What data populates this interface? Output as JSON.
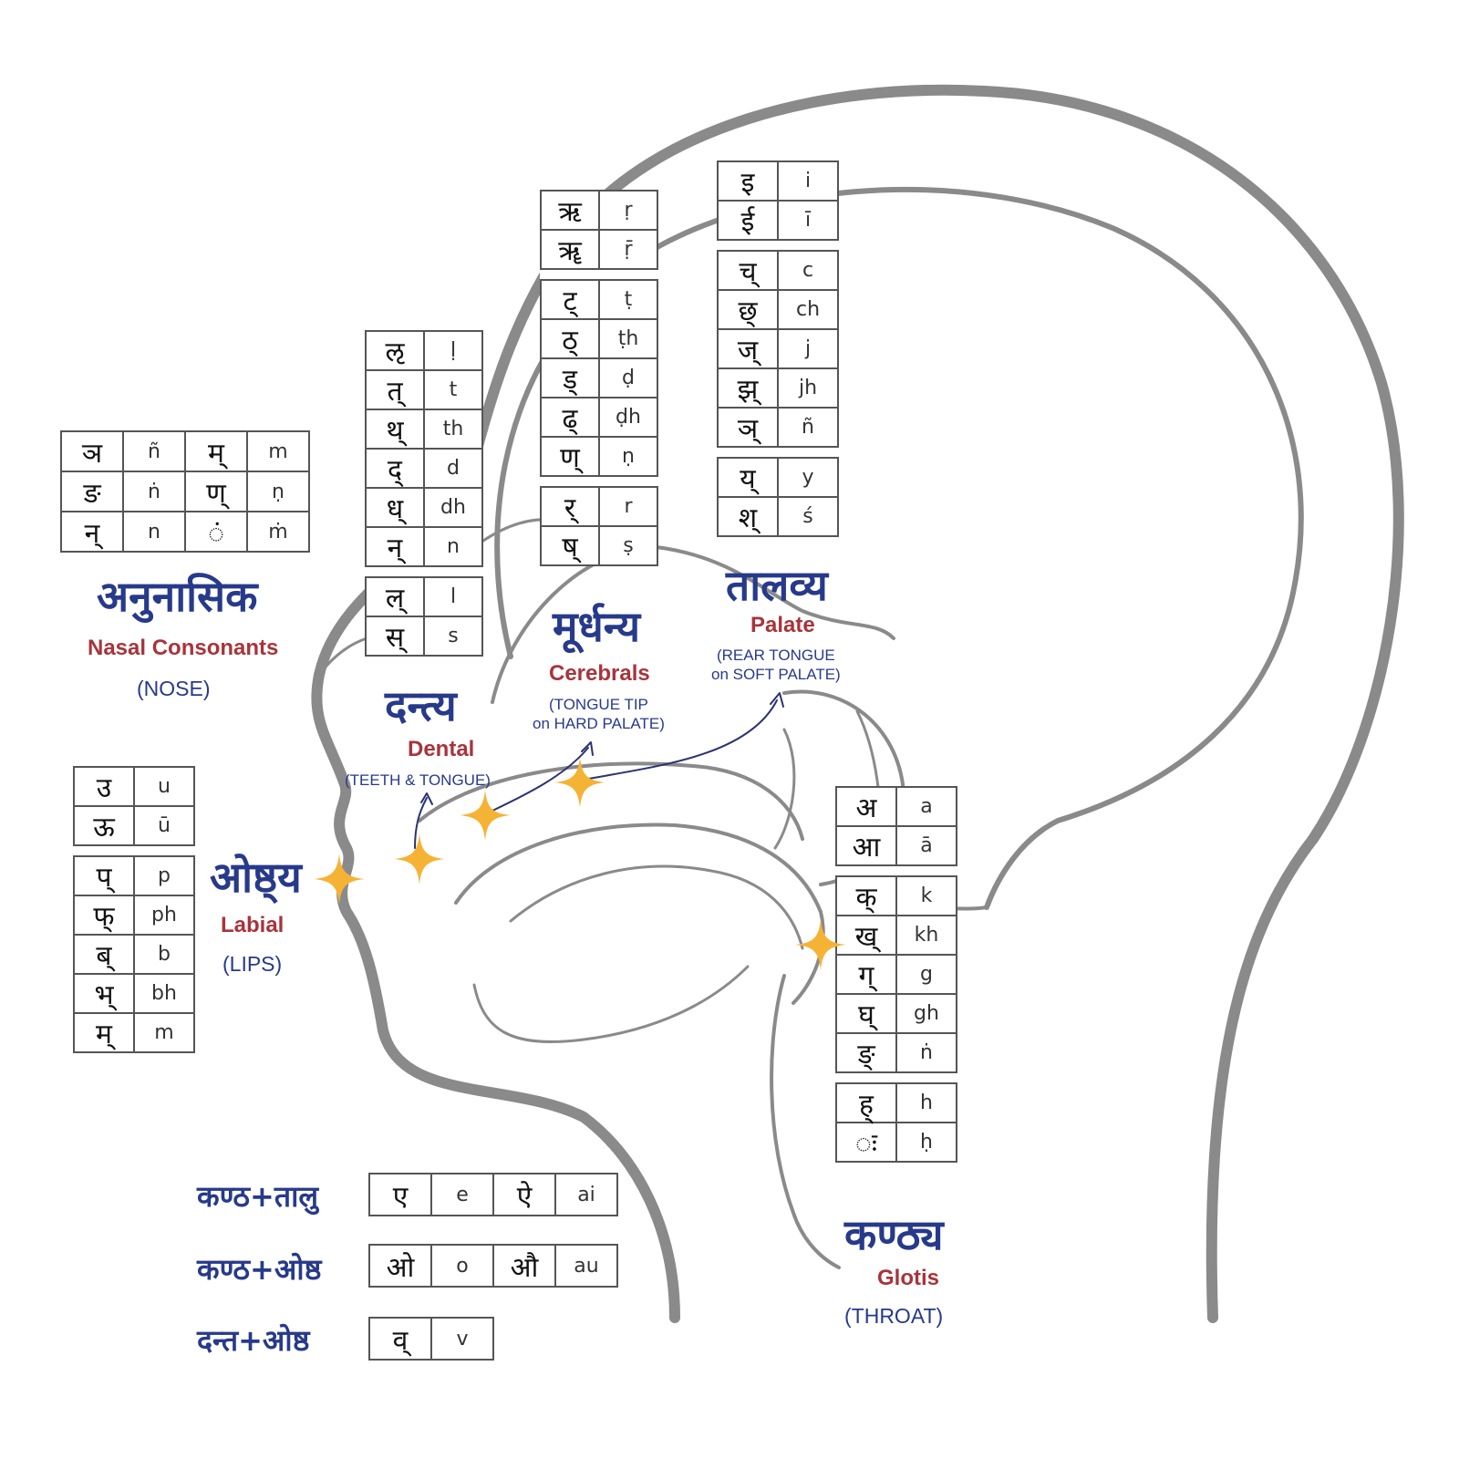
{
  "colors": {
    "outline": "#8a8a8a",
    "devanagari_label": "#273a8a",
    "english_label": "#a8343b",
    "star": "#f5b335"
  },
  "groups": {
    "nasal": {
      "label_dev": "अनुनासिक",
      "label_en": "Nasal Consonants",
      "sub": "(NOSE)",
      "rows": [
        [
          "ञ",
          "ñ",
          "म्",
          "m"
        ],
        [
          "ङ",
          "ṅ",
          "ण्",
          "ṇ"
        ],
        [
          "न्",
          "n",
          "ं",
          "ṁ"
        ]
      ]
    },
    "dental": {
      "label_dev": "दन्त्य",
      "label_en": "Dental",
      "sub": "(TEETH & TONGUE)",
      "blocks": [
        [
          [
            "ऌ",
            "ḷ"
          ],
          [
            "त्",
            "t"
          ],
          [
            "थ्",
            "th"
          ],
          [
            "द्",
            "d"
          ],
          [
            "ध्",
            "dh"
          ],
          [
            "न्",
            "n"
          ]
        ],
        [
          [
            "ल्",
            "l"
          ],
          [
            "स्",
            "s"
          ]
        ]
      ]
    },
    "cerebral": {
      "label_dev": "मूर्धन्य",
      "label_en": "Cerebrals",
      "sub": "(TONGUE TIP on HARD PALATE)",
      "sub_lines": [
        "(TONGUE TIP",
        "on HARD PALATE)"
      ],
      "blocks": [
        [
          [
            "ऋ",
            "ṛ"
          ],
          [
            "ॠ",
            "ṝ"
          ]
        ],
        [
          [
            "ट्",
            "ṭ"
          ],
          [
            "ठ्",
            "ṭh"
          ],
          [
            "ड्",
            "ḍ"
          ],
          [
            "ढ्",
            "ḍh"
          ],
          [
            "ण्",
            "ṇ"
          ]
        ],
        [
          [
            "र्",
            "r"
          ],
          [
            "ष्",
            "ṣ"
          ]
        ]
      ]
    },
    "palate": {
      "label_dev": "तालव्य",
      "label_en": "Palate",
      "sub": "(REAR TONGUE on SOFT PALATE)",
      "sub_lines": [
        "(REAR TONGUE",
        "on SOFT PALATE)"
      ],
      "blocks": [
        [
          [
            "इ",
            "i"
          ],
          [
            "ई",
            "ī"
          ]
        ],
        [
          [
            "च्",
            "c"
          ],
          [
            "छ्",
            "ch"
          ],
          [
            "ज्",
            "j"
          ],
          [
            "झ्",
            "jh"
          ],
          [
            "ञ्",
            "ñ"
          ]
        ],
        [
          [
            "य्",
            "y"
          ],
          [
            "श्",
            "ś"
          ]
        ]
      ]
    },
    "labial": {
      "label_dev": "ओष्ठ्य",
      "label_en": "Labial",
      "sub": "(LIPS)",
      "blocks": [
        [
          [
            "उ",
            "u"
          ],
          [
            "ऊ",
            "ū"
          ]
        ],
        [
          [
            "प्",
            "p"
          ],
          [
            "फ्",
            "ph"
          ],
          [
            "ब्",
            "b"
          ],
          [
            "भ्",
            "bh"
          ],
          [
            "म्",
            "m"
          ]
        ]
      ]
    },
    "glottal": {
      "label_dev": "कण्ठ्य",
      "label_en": "Glotis",
      "sub": "(THROAT)",
      "blocks": [
        [
          [
            "अ",
            "a"
          ],
          [
            "आ",
            "ā"
          ]
        ],
        [
          [
            "क्",
            "k"
          ],
          [
            "ख्",
            "kh"
          ],
          [
            "ग्",
            "g"
          ],
          [
            "घ्",
            "gh"
          ],
          [
            "ङ्",
            "ṅ"
          ]
        ],
        [
          [
            "ह्",
            "h"
          ],
          [
            "ः",
            "ḥ"
          ]
        ]
      ]
    }
  },
  "combos": [
    {
      "label": "कण्ठ+तालु",
      "cells": [
        "ए",
        "e",
        "ऐ",
        "ai"
      ]
    },
    {
      "label": "कण्ठ+ओष्ठ",
      "cells": [
        "ओ",
        "o",
        "औ",
        "au"
      ]
    },
    {
      "label": "दन्त+ओष्ठ",
      "cells": [
        "व्",
        "v"
      ]
    }
  ]
}
